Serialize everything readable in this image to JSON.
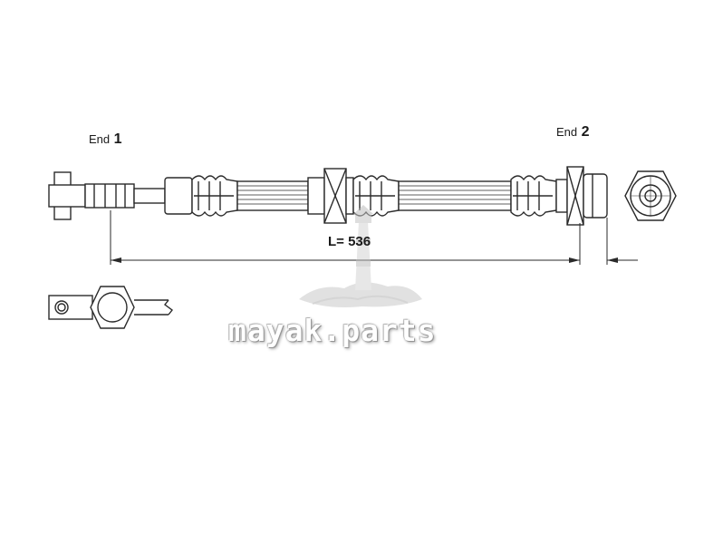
{
  "labels": {
    "end1_word": "End",
    "end1_num": "1",
    "end2_word": "End",
    "end2_num": "2",
    "length": "L= 536"
  },
  "watermark": {
    "text": "mayak.parts"
  },
  "colors": {
    "line": "#2a2a2a",
    "background": "#ffffff",
    "watermark_fill": "#ffffff",
    "watermark_shadow": "#9a9a9a"
  }
}
